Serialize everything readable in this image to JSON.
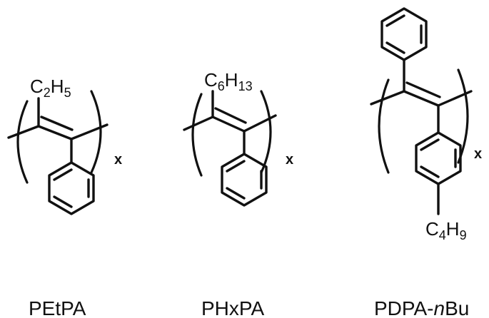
{
  "structures": [
    {
      "id": "petpa",
      "name": "PEtPA",
      "substituent": {
        "el1": "C",
        "sub1": "2",
        "el2": "H",
        "sub2": "5"
      },
      "repeat": "x"
    },
    {
      "id": "phxpa",
      "name": "PHxPA",
      "substituent": {
        "el1": "C",
        "sub1": "6",
        "el2": "H",
        "sub2": "13"
      },
      "repeat": "x"
    },
    {
      "id": "pdpa-nbu",
      "name_prefix": "PDPA-",
      "name_italic": "n",
      "name_suffix": "Bu",
      "substituent": {
        "el1": "C",
        "sub1": "4",
        "el2": "H",
        "sub2": "9"
      },
      "repeat": "x"
    }
  ]
}
